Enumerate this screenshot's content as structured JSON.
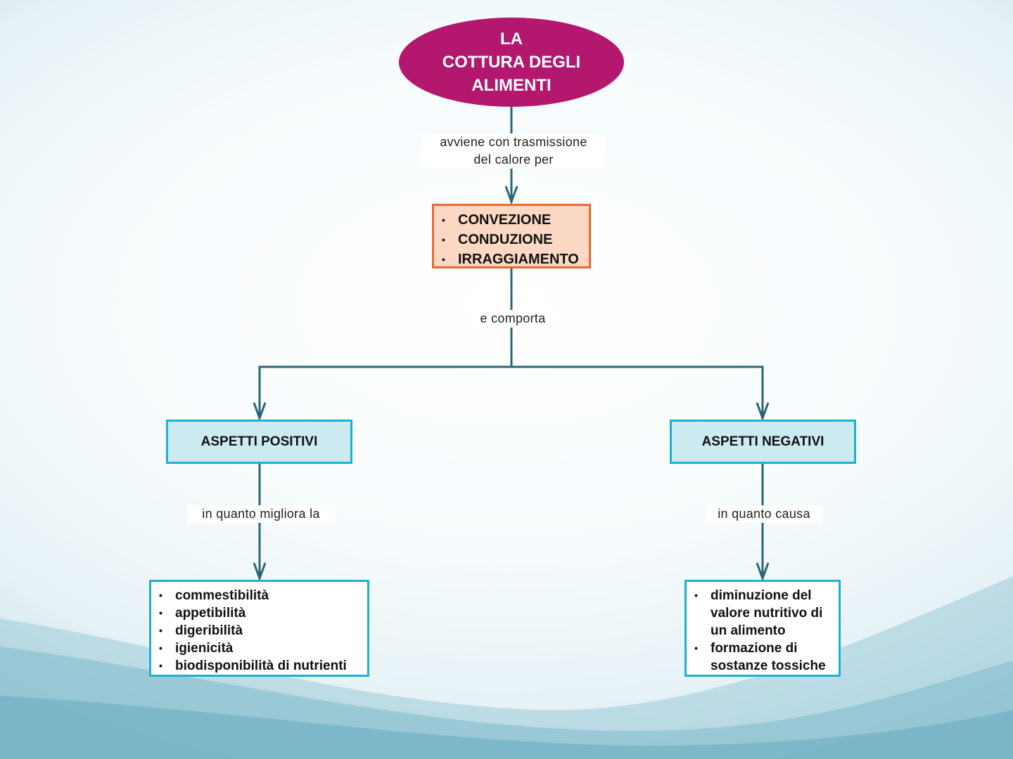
{
  "title": {
    "lines": [
      "LA",
      "COTTURA DEGLI",
      "ALIMENTI"
    ],
    "color": "#b4176e"
  },
  "connectors": {
    "title_to_methods": [
      "avviene con trasmissione",
      "del calore per"
    ],
    "methods_to_aspects": "e comporta",
    "positive_to_list": "in quanto migliora la",
    "negative_to_list": "in quanto causa"
  },
  "methods": {
    "items": [
      "CONVEZIONE",
      "CONDUZIONE",
      "IRRAGGIAMENTO"
    ],
    "fill": "#fad8c4",
    "border": "#ea6a2e"
  },
  "aspects": {
    "positive": {
      "label": "ASPETTI POSITIVI",
      "items": [
        "commestibilità",
        "appetibilità",
        "digeribilità",
        "igienicità",
        "biodisponibilità di nutrienti"
      ]
    },
    "negative": {
      "label": "ASPETTI NEGATIVI",
      "items": [
        "diminuzione del valore nutritivo di un alimento",
        "formazione di sostanze tossiche"
      ]
    },
    "fill": "#ccebf0",
    "border": "#1fb0d1"
  },
  "line_color": "#2a6577"
}
